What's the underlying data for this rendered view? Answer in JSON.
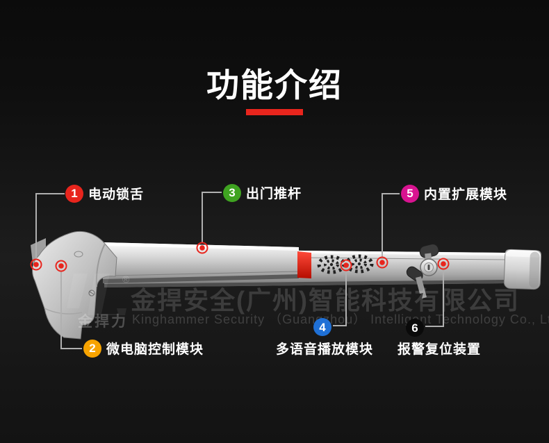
{
  "title": {
    "text": "功能介绍"
  },
  "accent_color": "#e8251d",
  "watermark": {
    "logo_text": "金捍力",
    "registered_mark": "®",
    "line1": "金捍安全(广州)智能科技有限公司",
    "line2": "Kinghammer Security （Guangzhou） Intelligent Technology Co., Ltd"
  },
  "callouts": [
    {
      "num": "1",
      "label": "电动锁舌",
      "color": "#e8251d"
    },
    {
      "num": "2",
      "label": "微电脑控制模块",
      "color": "#f7a300"
    },
    {
      "num": "3",
      "label": "出门推杆",
      "color": "#3fa321"
    },
    {
      "num": "4",
      "label": "多语音播放模块",
      "color": "#1f70d6"
    },
    {
      "num": "5",
      "label": "内置扩展模块",
      "color": "#d81390"
    },
    {
      "num": "6",
      "label": "报警复位装置",
      "color": "#0a0a0a"
    }
  ],
  "marker_color": "#e8251d",
  "leader_line_color": "#b0b0b0"
}
